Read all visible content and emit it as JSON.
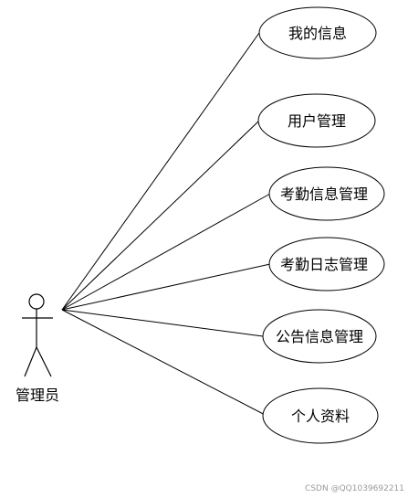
{
  "actor": {
    "label": "管理员"
  },
  "use_cases": [
    {
      "label": "我的信息"
    },
    {
      "label": "用户管理"
    },
    {
      "label": "考勤信息管理"
    },
    {
      "label": "考勤日志管理"
    },
    {
      "label": "公告信息管理"
    },
    {
      "label": "个人资料"
    }
  ],
  "watermark": "CSDN @QQ1039692211",
  "colors": {
    "stroke": "#000000",
    "background": "#ffffff",
    "watermark": "#9a9a9a"
  }
}
